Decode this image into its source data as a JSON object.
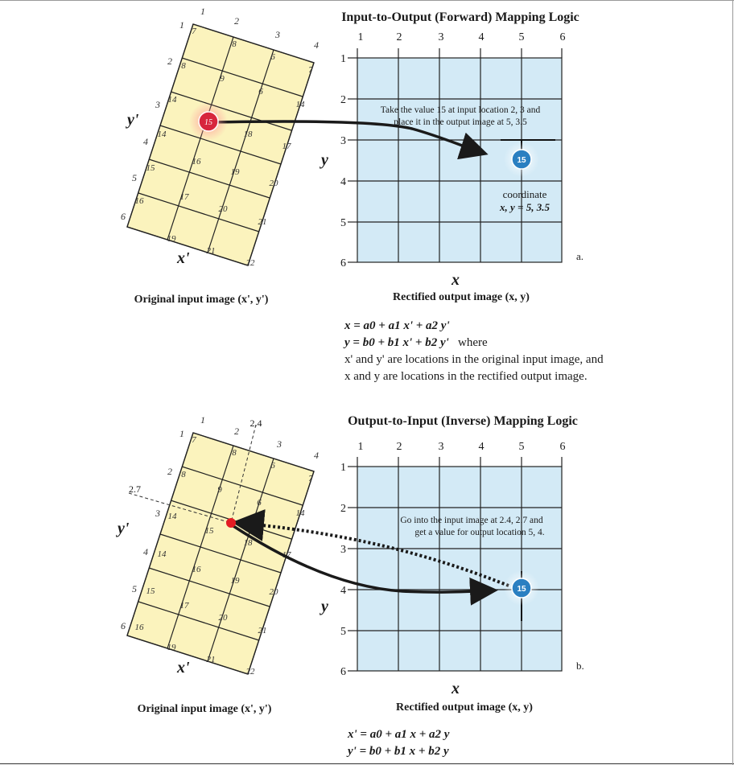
{
  "panel_a": {
    "title": "Input-to-Output (Forward) Mapping Logic",
    "panel_label": "a.",
    "input_caption": "Original input image (x', y')",
    "output_caption": "Rectified output image (x, y)",
    "input_axis_x": "x'",
    "input_axis_y": "y'",
    "output_axis_x": "x",
    "output_axis_y": "y",
    "col_ticks": [
      "1",
      "2",
      "3",
      "4",
      "5",
      "6"
    ],
    "row_ticks": [
      "1",
      "2",
      "3",
      "4",
      "5",
      "6"
    ],
    "marker_value": "15",
    "annotation_line1": "Take the value 15 at input location 2, 3 and",
    "annotation_line2": "place it in the output image at 5, 3.5",
    "coord_label_line1": "coordinate",
    "coord_label_line2": "x, y = 5, 3.5",
    "equations": {
      "eq1": "x = a0 + a1 x' + a2 y'",
      "eq2": "y = b0 + b1 x' + b2 y'",
      "where": "where",
      "note1": "x' and y' are locations in the original input image, and",
      "note2": "x and y are locations in the rectified output image."
    }
  },
  "panel_b": {
    "title": "Output-to-Input (Inverse) Mapping Logic",
    "panel_label": "b.",
    "input_caption": "Original input image (x', y')",
    "output_caption": "Rectified output image (x, y)",
    "input_axis_x": "x'",
    "input_axis_y": "y'",
    "output_axis_x": "x",
    "output_axis_y": "y",
    "col_ticks": [
      "1",
      "2",
      "3",
      "4",
      "5",
      "6"
    ],
    "row_ticks": [
      "1",
      "2",
      "3",
      "4",
      "5",
      "6"
    ],
    "marker_value": "15",
    "annotation_line1": "Go into the input image at 2.4, 2.7 and",
    "annotation_line2": "get a value for output location 5, 4.",
    "guide_x_label": "2.4",
    "guide_y_label": "2.7",
    "equations": {
      "eq1": "x' = a0 + a1 x + a2 y",
      "eq2": "y' = b0 + b1 x + b2 y"
    }
  },
  "input_grid": {
    "col_labels": [
      "1",
      "2",
      "3",
      "4"
    ],
    "row_labels": [
      "1",
      "2",
      "3",
      "4",
      "5",
      "6"
    ],
    "row_values": [
      [
        "7",
        "8",
        "6",
        "7"
      ],
      [
        "8",
        "9",
        "6",
        "14"
      ],
      [
        "14",
        "15",
        "18",
        "17"
      ],
      [
        "14",
        "16",
        "19",
        "20"
      ],
      [
        "15",
        "17",
        "20",
        "21"
      ],
      [
        "16",
        "19",
        "21",
        "22"
      ]
    ]
  },
  "colors": {
    "input_fill": "#fbf3bd",
    "output_fill": "#d3eaf6",
    "grid_line": "#222222",
    "red_marker": "#d7263d",
    "blue_marker": "#2a7fc1"
  }
}
